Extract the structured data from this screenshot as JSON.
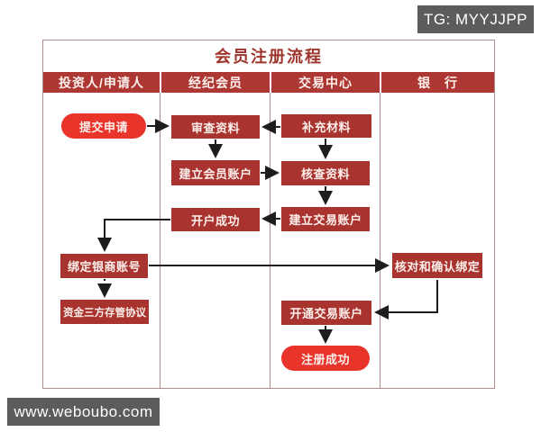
{
  "watermarks": {
    "telegram": "TG: MYYJJPP",
    "website": "www.weboubo.com"
  },
  "diagram": {
    "title": "会员注册流程",
    "columns": [
      "投资人/申请人",
      "经纪会员",
      "交易中心",
      "银　行"
    ],
    "nodes": [
      {
        "id": "submit-application",
        "label": "提交申请",
        "shape": "pill",
        "column": "投资人/申请人"
      },
      {
        "id": "review-materials",
        "label": "审查资料",
        "shape": "rect",
        "column": "经纪会员"
      },
      {
        "id": "supplement-materials",
        "label": "补充材料",
        "shape": "rect",
        "column": "交易中心"
      },
      {
        "id": "create-member-account",
        "label": "建立会员账户",
        "shape": "rect",
        "column": "经纪会员"
      },
      {
        "id": "verify-materials",
        "label": "核查资料",
        "shape": "rect",
        "column": "交易中心"
      },
      {
        "id": "account-opened",
        "label": "开户成功",
        "shape": "rect",
        "column": "经纪会员"
      },
      {
        "id": "create-trade-account",
        "label": "建立交易账户",
        "shape": "rect",
        "column": "交易中心"
      },
      {
        "id": "bind-bank-account",
        "label": "绑定银商账号",
        "shape": "rect",
        "column": "投资人/申请人"
      },
      {
        "id": "confirm-binding",
        "label": "核对和确认绑定",
        "shape": "rect",
        "column": "银行"
      },
      {
        "id": "custody-agreement",
        "label": "资金三方存管协议",
        "shape": "rect",
        "column": "投资人/申请人"
      },
      {
        "id": "open-trade-account",
        "label": "开通交易账户",
        "shape": "rect",
        "column": "交易中心"
      },
      {
        "id": "register-success",
        "label": "注册成功",
        "shape": "pill",
        "column": "交易中心"
      }
    ],
    "edges": [
      {
        "from": "submit-application",
        "to": "review-materials",
        "style": "solid"
      },
      {
        "from": "supplement-materials",
        "to": "review-materials",
        "style": "solid"
      },
      {
        "from": "review-materials",
        "to": "create-member-account",
        "style": "solid"
      },
      {
        "from": "create-member-account",
        "to": "verify-materials",
        "style": "solid"
      },
      {
        "from": "supplement-materials",
        "to": "verify-materials",
        "style": "solid"
      },
      {
        "from": "verify-materials",
        "to": "create-trade-account",
        "style": "solid"
      },
      {
        "from": "create-trade-account",
        "to": "account-opened",
        "style": "solid"
      },
      {
        "from": "account-opened",
        "to": "bind-bank-account",
        "style": "solid"
      },
      {
        "from": "bind-bank-account",
        "to": "confirm-binding",
        "style": "solid"
      },
      {
        "from": "bind-bank-account",
        "to": "custody-agreement",
        "style": "dashed"
      },
      {
        "from": "confirm-binding",
        "to": "open-trade-account",
        "style": "solid"
      },
      {
        "from": "open-trade-account",
        "to": "register-success",
        "style": "solid"
      }
    ]
  },
  "colors": {
    "pill_red": "#e8342a",
    "box_red": "#a9332e",
    "header_red": "#ad3732",
    "title_text": "#9e342c",
    "table_border": "#b08d8a",
    "arrow": "#1d1d1d",
    "watermark_bg": "#5c5c5c",
    "background": "#ffffff"
  }
}
